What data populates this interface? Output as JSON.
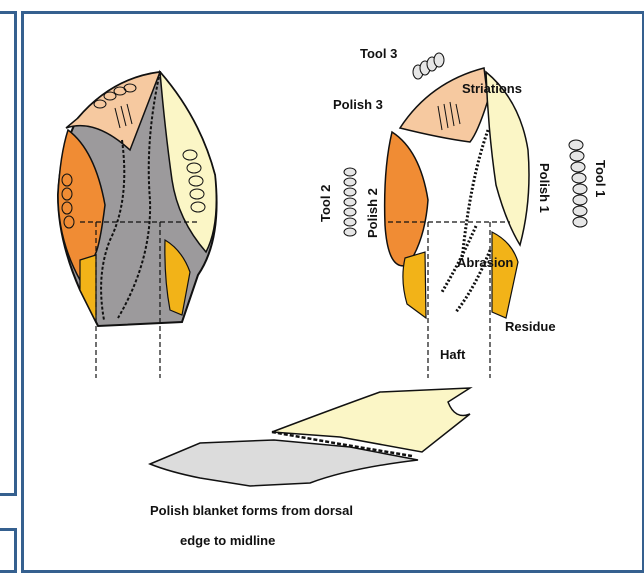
{
  "labels": {
    "tool3": "Tool 3",
    "polish3": "Polish 3",
    "striations": "Striations",
    "tool2": "Tool 2",
    "polish2": "Polish 2",
    "polish1": "Polish 1",
    "tool1": "Tool 1",
    "abrasion": "Abrasion",
    "residue": "Residue",
    "haft": "Haft"
  },
  "caption": {
    "line1": "Polish blanket forms from dorsal",
    "line2": "edge to midline"
  },
  "colors": {
    "frame": "#35608f",
    "polish_peach": "#f6c9a0",
    "polish_orange": "#f08c34",
    "polish_cream": "#fbf6c6",
    "residue_yellow": "#f2b318",
    "gray": "#9c9a9c",
    "light_gray": "#dcdcdc"
  }
}
